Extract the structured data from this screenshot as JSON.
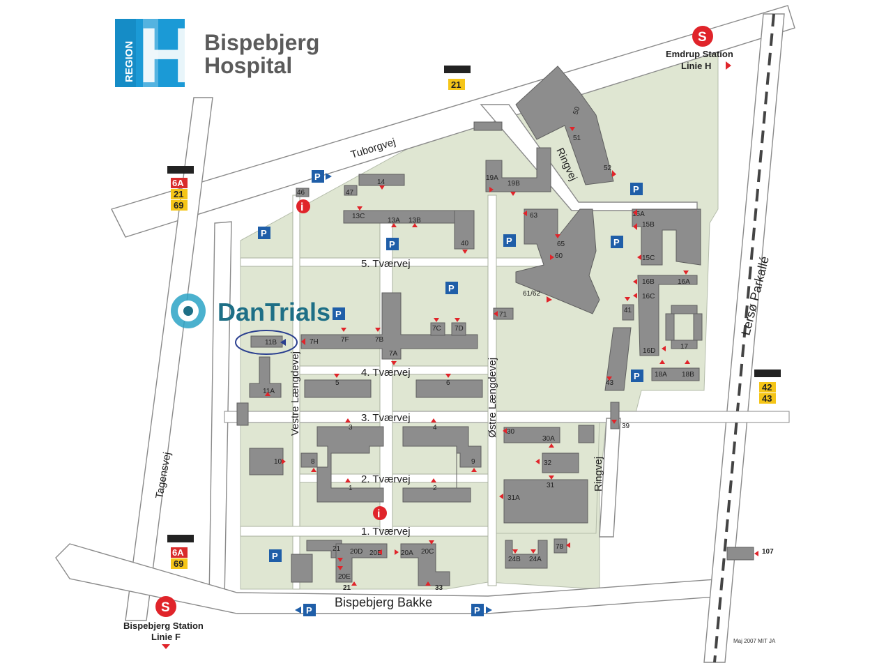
{
  "logo": {
    "region_word": "REGION",
    "region_letter": "H",
    "hospital_line1": "Bispebjerg",
    "hospital_line2": "Hospital"
  },
  "dantrials": {
    "text": "DanTrials"
  },
  "stations": {
    "emdrup_name": "Emdrup Station",
    "emdrup_line": "Linie H",
    "bispebjerg_name": "Bispebjerg Station",
    "bispebjerg_line": "Linie F",
    "s_letter": "S"
  },
  "buses": {
    "top": [
      "21"
    ],
    "left_upper": [
      "6A",
      "21",
      "69"
    ],
    "right": [
      "42",
      "43"
    ],
    "left_lower": [
      "6A",
      "69"
    ]
  },
  "streets": {
    "tuborgvej": "Tuborgvej",
    "ringvej_n": "Ringvej",
    "ringvej_s": "Ringvej",
    "tvaervej5": "5. Tværvej",
    "tvaervej4": "4. Tværvej",
    "tvaervej3": "3. Tværvej",
    "tvaervej2": "2. Tværvej",
    "tvaervej1": "1. Tværvej",
    "vestre": "Vestre Længdevej",
    "oestre": "Østre Længdevej",
    "tagensvej": "Tagensvej",
    "lersoe": "Lersø Parkallé",
    "bispebjerg_bakke": "Bispebjerg Bakke"
  },
  "buildings": {
    "b46": "46",
    "b47": "47",
    "b14": "14",
    "b13C": "13C",
    "b13A": "13A",
    "b13B": "13B",
    "b40": "40",
    "b19A": "19A",
    "b19B": "19B",
    "b50": "50",
    "b51": "51",
    "b52": "52",
    "b63": "63",
    "b65": "65",
    "b60": "60",
    "b61_62": "61/62",
    "b15A": "15A",
    "b15B": "15B",
    "b15C": "15C",
    "b16B": "16B",
    "b16A": "16A",
    "b16C": "16C",
    "b41": "41",
    "b16D": "16D",
    "b17": "17",
    "b18A": "18A",
    "b18B": "18B",
    "b43": "43",
    "b39": "39",
    "b71": "71",
    "b7C": "7C",
    "b7D": "7D",
    "b7H": "7H",
    "b7F": "7F",
    "b7B": "7B",
    "b7A": "7A",
    "b11B": "11B",
    "b11A": "11A",
    "b5": "5",
    "b6": "6",
    "b3": "3",
    "b4": "4",
    "b10": "10",
    "b8": "8",
    "b9": "9",
    "b1": "1",
    "b2": "2",
    "b30": "30",
    "b30A": "30A",
    "b32": "32",
    "b31": "31",
    "b31A": "31A",
    "b21": "21",
    "b20D": "20D",
    "b20B": "20B",
    "b20A": "20A",
    "b20C": "20C",
    "b20E": "20E",
    "b24B": "24B",
    "b24A": "24A",
    "b78": "78",
    "b107": "107"
  },
  "stop_numbers": {
    "s21": "21",
    "s33": "33"
  },
  "parking_letter": "P",
  "info_letter": "i",
  "credit": "Maj 2007 MIT JA",
  "colors": {
    "region_blue": "#1b9ad6",
    "parking_blue": "#1f5ea8",
    "marker_red": "#e0242a",
    "bus_red": "#d92b2b",
    "bus_yellow": "#f5c518",
    "campus_green": "#dfe6d2",
    "building_gray": "#8d8d8d",
    "dantrials_teal": "#1e6f86"
  }
}
